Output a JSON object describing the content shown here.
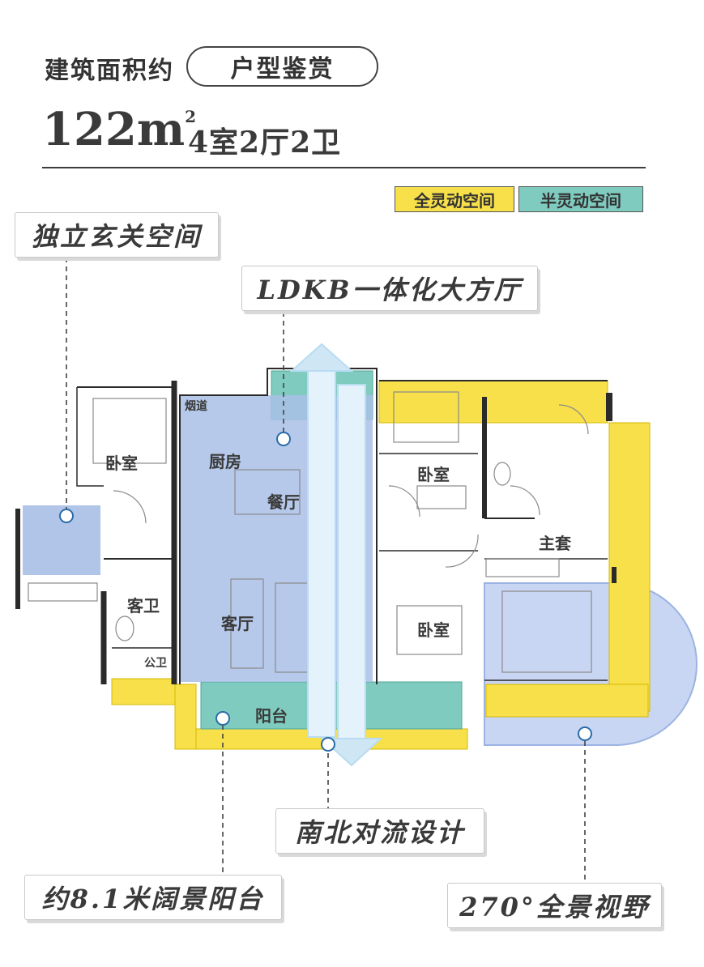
{
  "header": {
    "area_prefix": "建筑面积约",
    "tag": "户型鉴赏",
    "area_value": "122m",
    "area_unit_sup": "2",
    "layout": "4室2厅2卫"
  },
  "legend": {
    "full_flex": "全灵动空间",
    "semi_flex": "半灵动空间",
    "full_color": "#f7e04a",
    "semi_color": "#7fcbbf"
  },
  "callouts": {
    "foyer": "独立玄关空间",
    "ldkb": "LDKB一体化大方厅",
    "ventilation": "南北对流设计",
    "balcony": "约8.1米阔景阳台",
    "view": "270°全景视野"
  },
  "rooms": {
    "bedroom_nw": "卧室",
    "kitchen": "厨房",
    "dining": "餐厅",
    "bedroom_ne": "卧室",
    "master_suite": "主套",
    "guest_bath": "客卫",
    "living": "客厅",
    "bedroom_se": "卧室",
    "public_bath": "公卫",
    "balcony": "阳台",
    "flue": "烟道"
  },
  "colors": {
    "living_area_fill": "#a9bfe6",
    "arrow": "#cfe6f5",
    "wall": "#2a2a2a",
    "leader_dot": "#2b6ca8"
  }
}
